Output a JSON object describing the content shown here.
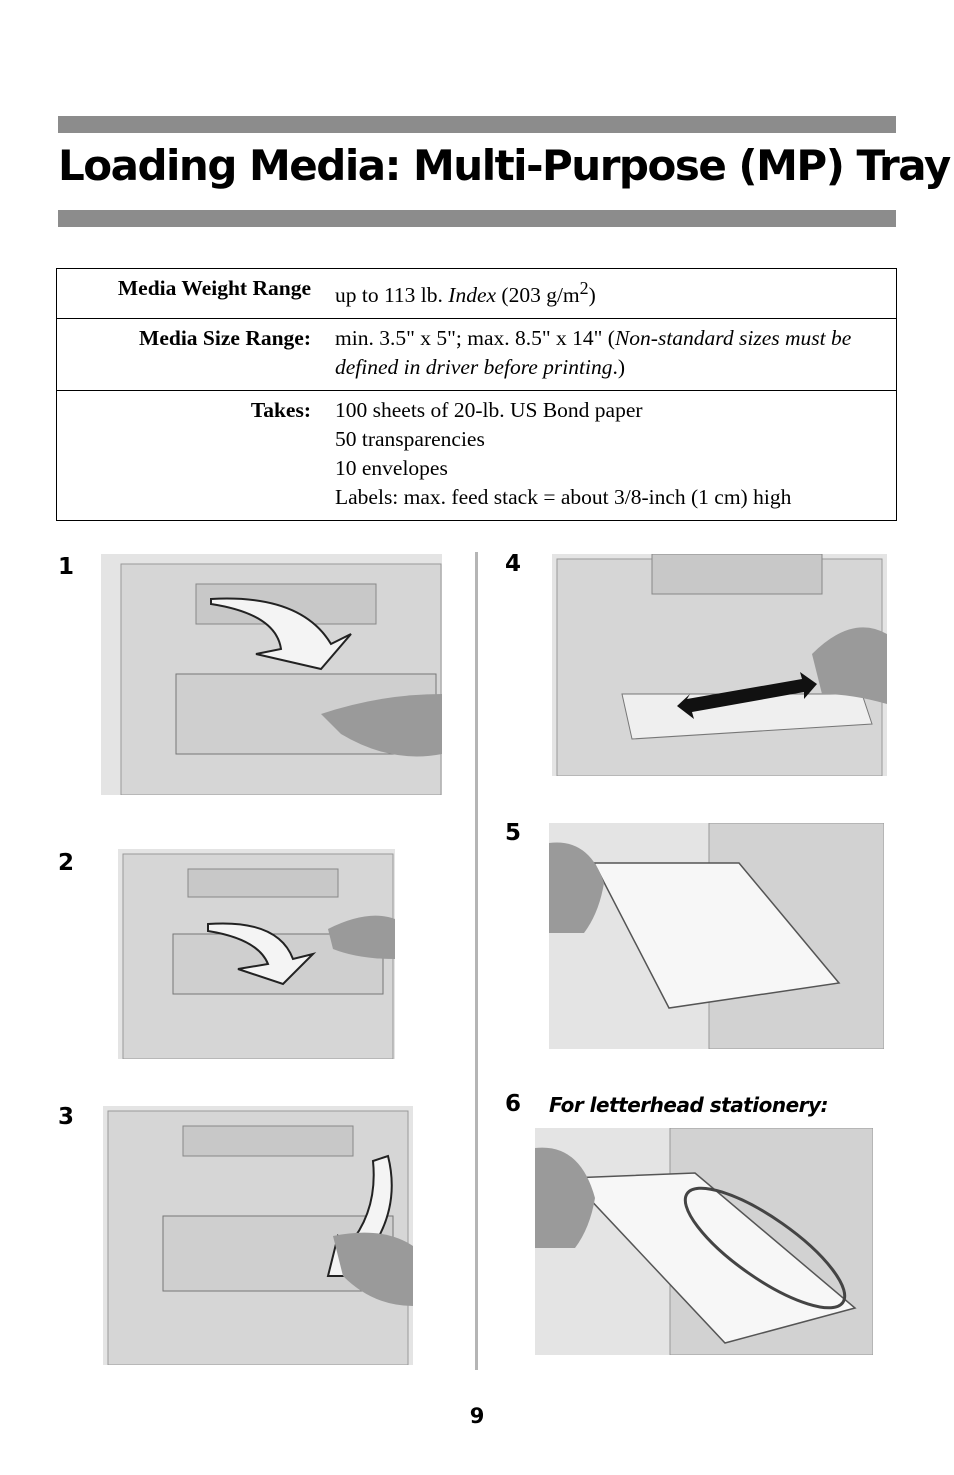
{
  "title": "Loading Media: Multi-Purpose (MP) Tray",
  "specs": [
    {
      "label": "Media Weight Range",
      "parts": [
        {
          "t": "up to 113 lb. "
        },
        {
          "t": "Index",
          "i": true
        },
        {
          "t": " (203 g/m"
        },
        {
          "t": "2",
          "sup": true
        },
        {
          "t": ")"
        }
      ]
    },
    {
      "label": "Media Size Range:",
      "parts": [
        {
          "t": "min. 3.5\" x 5\"; max. 8.5\" x 14\" ("
        },
        {
          "t": "Non-standard sizes must be defined in driver before printing",
          "i": true
        },
        {
          "t": ".)"
        }
      ]
    },
    {
      "label": "Takes:",
      "lines": [
        "100 sheets of 20-lb. US Bond paper",
        "50 transparencies",
        "10 envelopes",
        "Labels: max. feed stack = about 3/8-inch (1 cm) high"
      ]
    }
  ],
  "steps": [
    {
      "n": "1",
      "image": "printer-open-mp-tray-photo"
    },
    {
      "n": "2",
      "image": "printer-unfold-tray-photo"
    },
    {
      "n": "3",
      "image": "printer-extend-support-photo"
    },
    {
      "n": "4",
      "image": "printer-adjust-guides-photo"
    },
    {
      "n": "5",
      "image": "insert-paper-photo"
    },
    {
      "n": "6",
      "image": "insert-letterhead-photo"
    }
  ],
  "step6_caption": "For letterhead stationery:",
  "page_number": "9"
}
